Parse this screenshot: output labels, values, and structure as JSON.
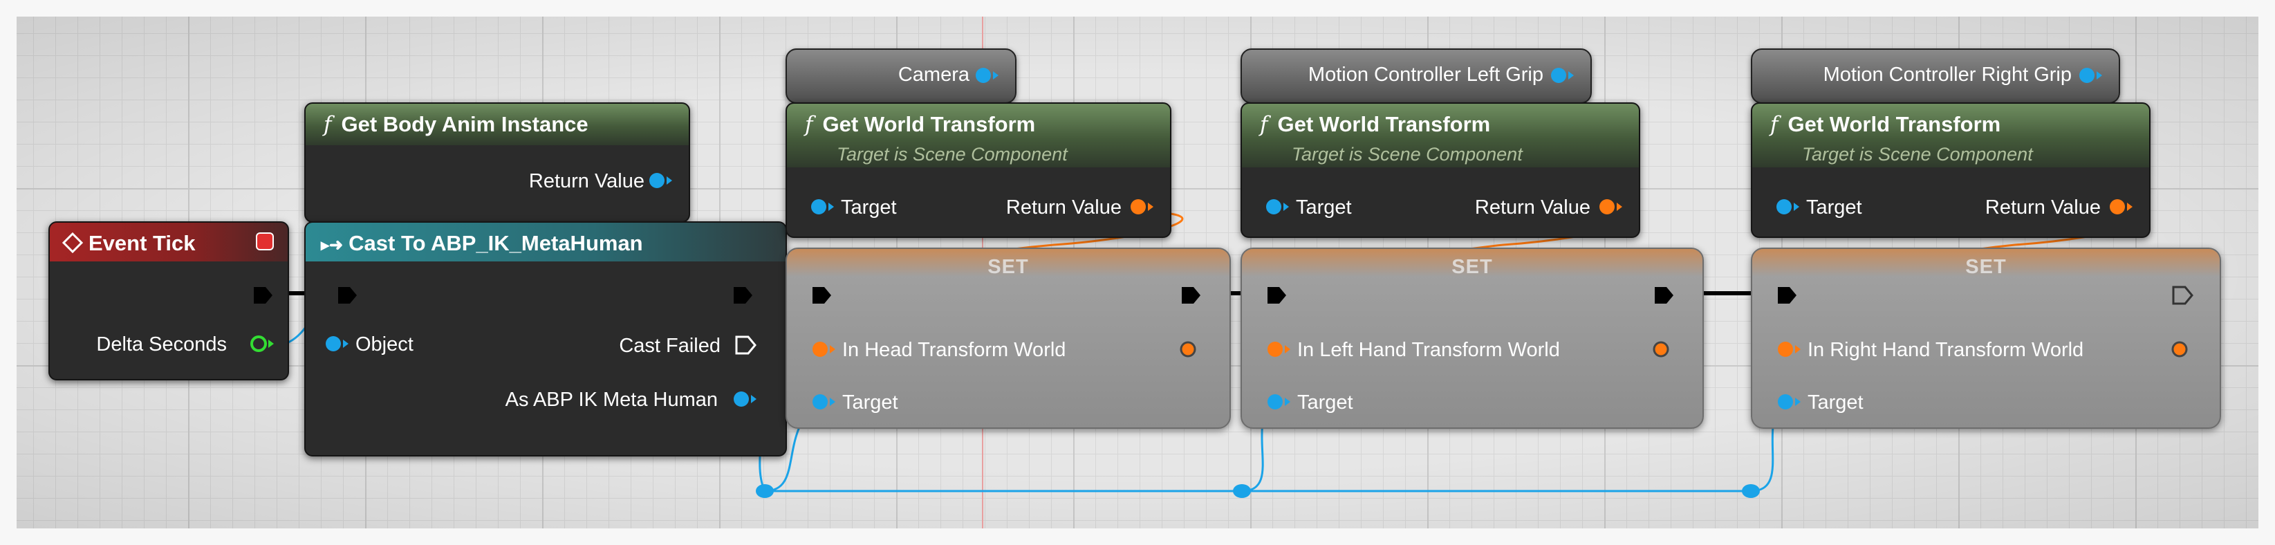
{
  "graph": {
    "event_tick": {
      "title": "Event Tick",
      "delta_seconds": "Delta Seconds"
    },
    "get_body_anim": {
      "title": "Get Body Anim Instance",
      "return_value": "Return Value"
    },
    "cast": {
      "title": "Cast To ABP_IK_MetaHuman",
      "object": "Object",
      "cast_failed": "Cast Failed",
      "as_output": "As ABP IK Meta Human"
    },
    "vars": {
      "camera": "Camera",
      "left_grip": "Motion Controller Left Grip",
      "right_grip": "Motion Controller Right Grip"
    },
    "get_world_transform": {
      "title": "Get World Transform",
      "subtitle": "Target is Scene Component",
      "target": "Target",
      "return_value": "Return Value"
    },
    "set_nodes": [
      {
        "title": "SET",
        "input": "In Head Transform World",
        "target": "Target"
      },
      {
        "title": "SET",
        "input": "In Left Hand Transform World",
        "target": "Target"
      },
      {
        "title": "SET",
        "input": "In Right Hand Transform World",
        "target": "Target"
      }
    ]
  },
  "colors": {
    "exec": "#ffffff",
    "object_pin": "#1aa3e8",
    "struct_pin": "#ff7a10",
    "float_pin": "#33dd33",
    "event_header": "#a52525",
    "function_header": "#6f8e60",
    "cast_header": "#2d8a93"
  },
  "icons": [
    "event-diamond-icon",
    "function-icon",
    "cast-arrows-icon",
    "exec-pin-icon",
    "object-pin-icon",
    "struct-pin-icon",
    "float-pin-icon"
  ]
}
